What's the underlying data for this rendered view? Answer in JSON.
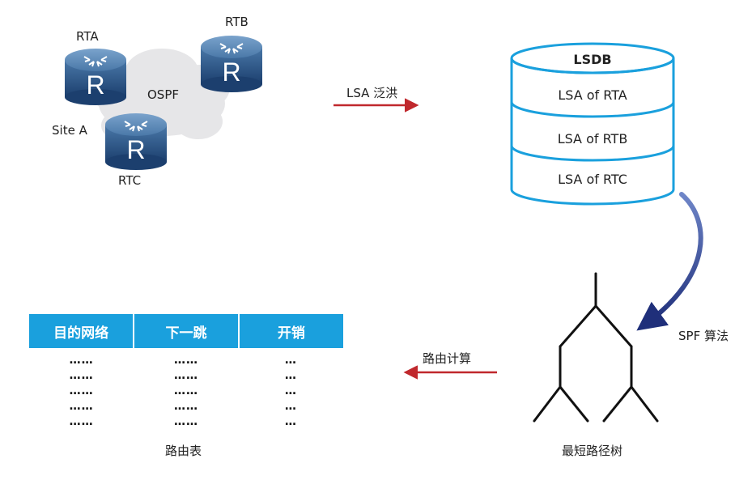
{
  "network": {
    "routers": [
      {
        "name": "RTA",
        "glyph": "R"
      },
      {
        "name": "RTB",
        "glyph": "R"
      },
      {
        "name": "RTC",
        "glyph": "R"
      }
    ],
    "cloud_label": "OSPF",
    "site_label": "Site A"
  },
  "arrows": {
    "flood_label": "LSA 泛洪",
    "spf_label": "SPF 算法",
    "route_calc_label": "路由计算",
    "colors": {
      "red": "#c0282d",
      "blue": "#1f2f7a"
    }
  },
  "lsdb": {
    "title": "LSDB",
    "entries": [
      "LSA of RTA",
      "LSA of RTB",
      "LSA of RTC"
    ],
    "border_color": "#1aa0dd"
  },
  "tree": {
    "caption": "最短路径树"
  },
  "routing_table": {
    "headers": [
      "目的网络",
      "下一跳",
      "开销"
    ],
    "rows": [
      [
        "……",
        "……",
        "…"
      ],
      [
        "……",
        "……",
        "…"
      ],
      [
        "……",
        "……",
        "…"
      ],
      [
        "……",
        "……",
        "…"
      ],
      [
        "……",
        "……",
        "…"
      ]
    ],
    "caption": "路由表",
    "header_color": "#1aa0dd"
  }
}
